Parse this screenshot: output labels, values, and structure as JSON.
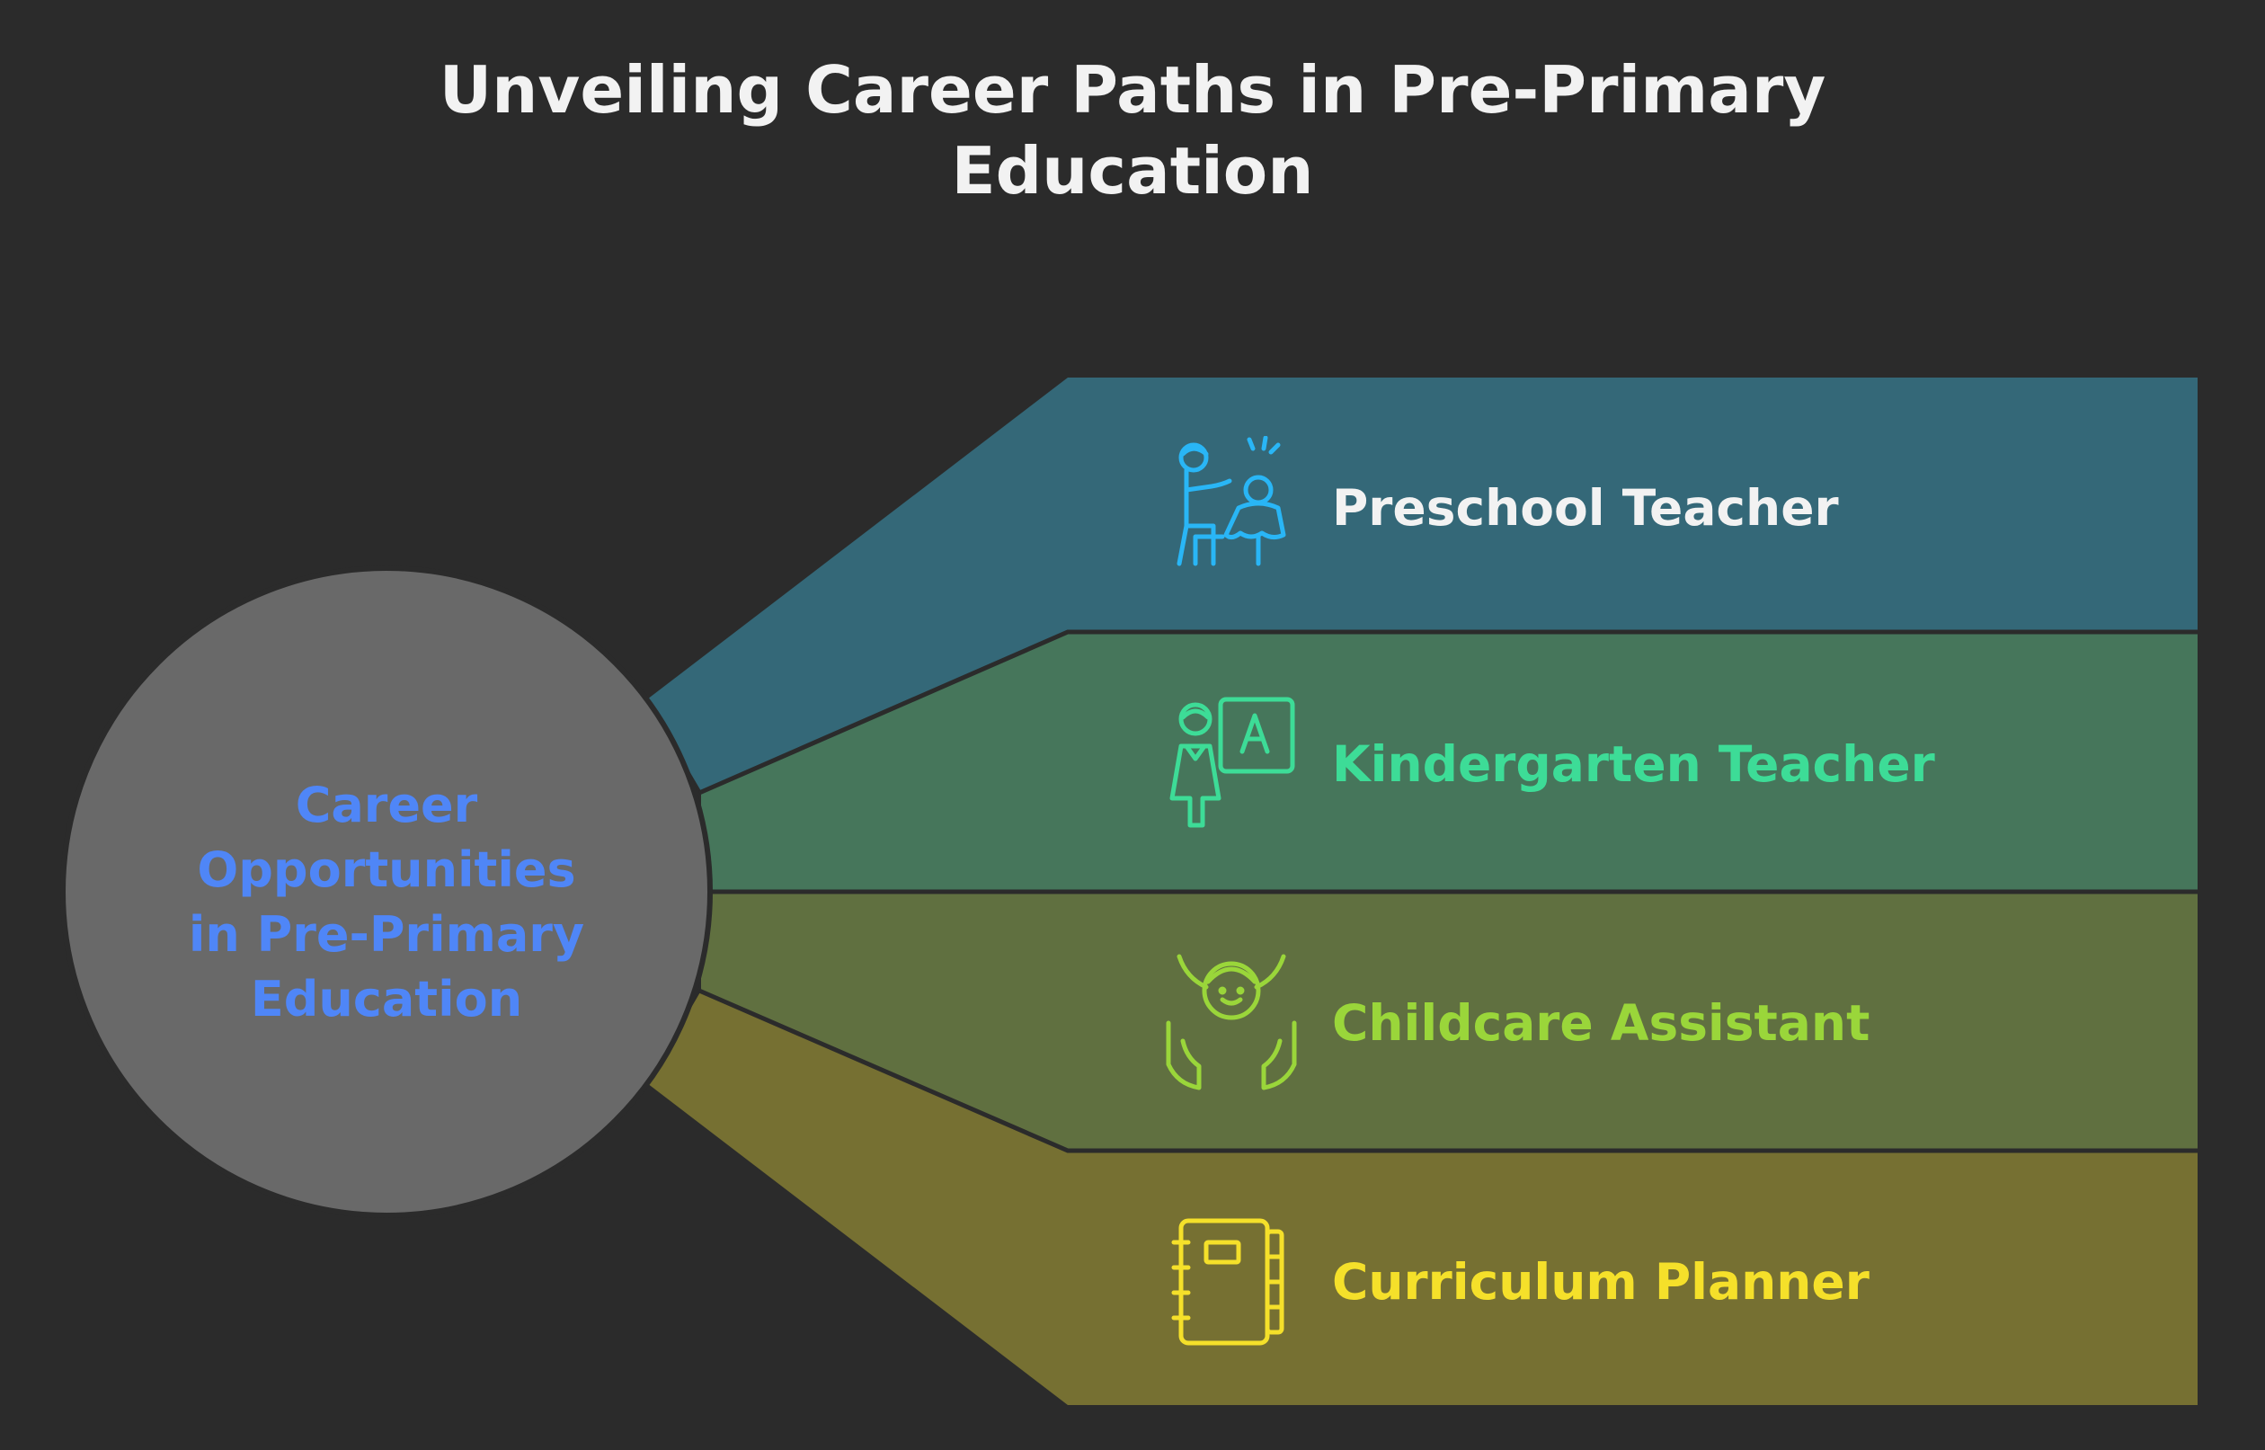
{
  "title": {
    "line1": "Unveiling Career Paths in Pre-Primary",
    "line2": "Education"
  },
  "center": {
    "lines": [
      "Career",
      "Opportunities",
      "in Pre-Primary",
      "Education"
    ],
    "color": "#4f86f7",
    "fill": "#696969"
  },
  "bands": [
    {
      "label": "Preschool Teacher",
      "icon": "teacher-with-child-icon",
      "text_color": "#f2f2f2",
      "icon_color": "#29b6f6",
      "fill": "#346878"
    },
    {
      "label": "Kindergarten Teacher",
      "icon": "teacher-whiteboard-icon",
      "text_color": "#3ddc97",
      "icon_color": "#3ddc97",
      "fill": "#46765b"
    },
    {
      "label": "Childcare Assistant",
      "icon": "child-in-hands-icon",
      "text_color": "#9ad63a",
      "icon_color": "#9ad63a",
      "fill": "#607040"
    },
    {
      "label": "Curriculum Planner",
      "icon": "notebook-icon",
      "text_color": "#f5e02a",
      "icon_color": "#f5e02a",
      "fill": "#767032"
    }
  ],
  "colors": {
    "background": "#2b2b2b",
    "divider": "#2b2b2b"
  }
}
